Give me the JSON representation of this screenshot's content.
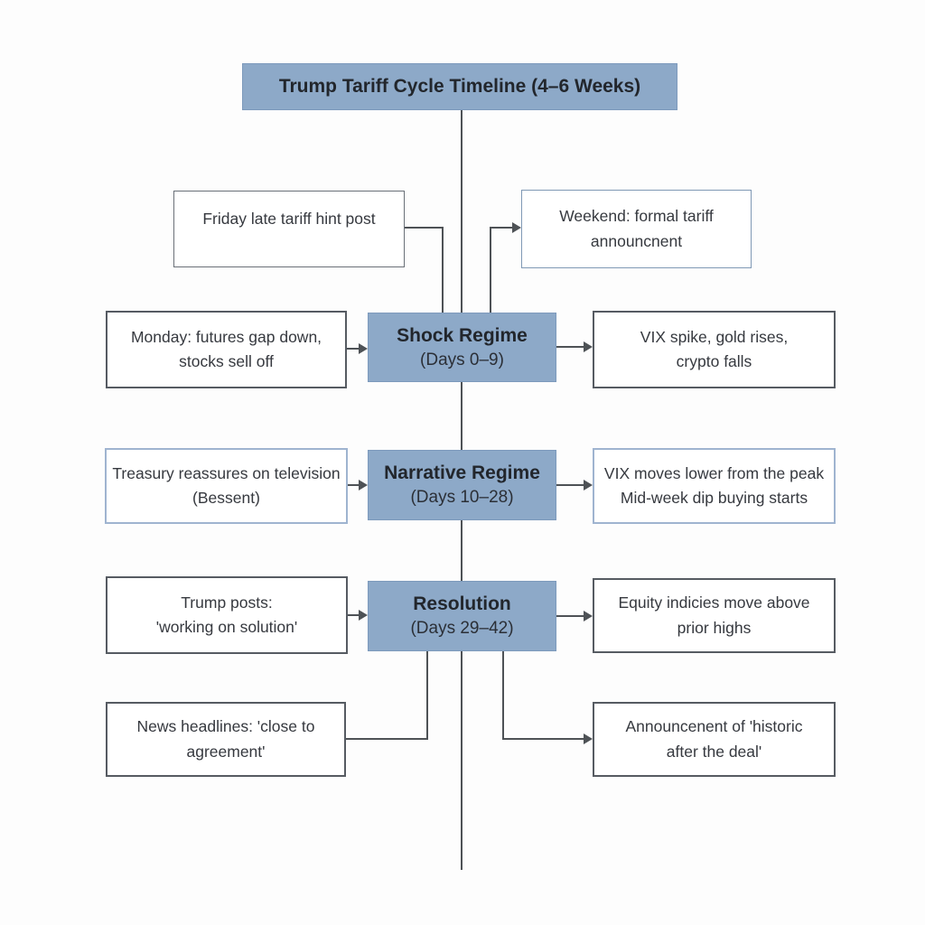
{
  "title": {
    "label": "Trump Tariff Cycle Timeline (4–6 Weeks)"
  },
  "colors": {
    "stage_fill": "#8da9c8",
    "stage_border": "#7d9abc",
    "connector": "#4e5256",
    "event_border_gray": "#565b62",
    "event_border_blue": "#9fb4d0",
    "stage_text": "#22262c",
    "event_text": "#36393f",
    "background": "#fdfdfd"
  },
  "stages": {
    "shock": {
      "name": "Shock Regime",
      "days": "(Days 0–9)"
    },
    "narrative": {
      "name": "Narrative Regime",
      "days": "(Days 10–28)"
    },
    "resolution": {
      "name": "Resolution",
      "days": "(Days 29–42)"
    }
  },
  "events": {
    "friday_hint": {
      "lines": [
        "Friday late tariff hint post"
      ]
    },
    "weekend_announcement": {
      "lines": [
        "Weekend: formal tariff",
        "announcnent"
      ]
    },
    "monday_gap": {
      "lines": [
        "Monday: futures gap down,",
        "stocks sell off"
      ]
    },
    "vix_spike": {
      "lines": [
        "VIX spike, gold rises,",
        "crypto falls"
      ]
    },
    "treasury": {
      "lines": [
        "Treasury reassures on television",
        "(Bessent)"
      ]
    },
    "vix_lower": {
      "lines": [
        "VIX moves lower from the peak",
        "Mid-week dip buying starts"
      ]
    },
    "trump_posts": {
      "lines": [
        "Trump posts:",
        "'working on solution'"
      ]
    },
    "equity": {
      "lines": [
        "Equity indicies move above",
        "prior highs"
      ]
    },
    "news": {
      "lines": [
        "News headlines: 'close to",
        "agreement'"
      ]
    },
    "announcement": {
      "lines": [
        "Announcenent of 'historic",
        "after the deal'"
      ]
    }
  }
}
